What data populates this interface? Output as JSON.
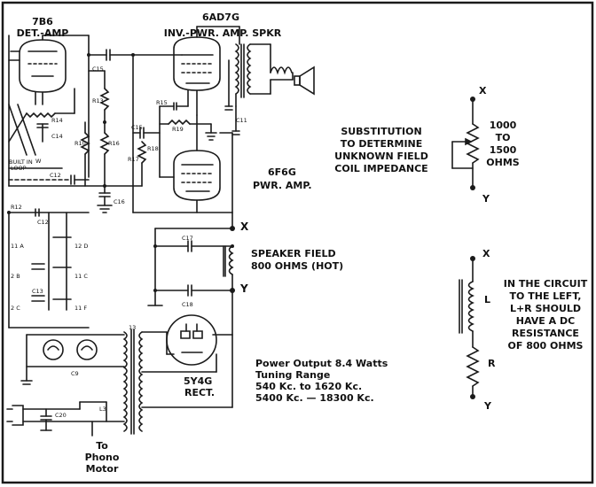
{
  "tubes": {
    "t7b6": {
      "type": "7B6",
      "role": "DET.-AMP"
    },
    "t6ad7g": {
      "type": "6AD7G",
      "role": "INV.-PWR. AMP. SPKR"
    },
    "t6f6g": {
      "type": "6F6G",
      "role": "PWR. AMP."
    },
    "t5y4g": {
      "type": "5Y4G",
      "role": "RECT."
    }
  },
  "components": {
    "c15": "C15",
    "c16": "C16",
    "c11": "C11",
    "c17": "C17",
    "c18": "C18",
    "c14": "C14",
    "c12": "C12",
    "c13": "C13",
    "c20": "C20",
    "c9": "C9",
    "r12": "R12",
    "r13": "R13",
    "r14": "R14",
    "r15": "R15",
    "r16": "R16",
    "r17": "R17",
    "r18": "R18",
    "r19": "R19",
    "r10": "R10",
    "t13": "13",
    "l3": "L3",
    "w": "W",
    "built_in": "BUILT IN",
    "loop": "LOOP"
  },
  "switch_labels": [
    "11 A",
    "12 D",
    "2 B",
    "11 C",
    "2 C",
    "11 F"
  ],
  "terminals": {
    "x": "X",
    "y": "Y"
  },
  "speaker_field": {
    "line1": "SPEAKER FIELD",
    "line2": "800 OHMS (HOT)"
  },
  "substitution": {
    "line1": "SUBSTITUTION",
    "line2": "TO DETERMINE",
    "line3": "UNKNOWN FIELD",
    "line4": "COIL IMPEDANCE"
  },
  "pot": {
    "line1": "1000",
    "line2": "TO",
    "line3": "1500",
    "line4": "OHMS",
    "x": "X",
    "y": "Y"
  },
  "coil_circuit": {
    "x": "X",
    "y": "Y",
    "l": "L",
    "r": "R"
  },
  "note": {
    "line1": "IN THE CIRCUIT",
    "line2": "TO THE LEFT,",
    "line3": "L+R SHOULD",
    "line4": "HAVE A DC",
    "line5": "RESISTANCE",
    "line6": "OF 800 OHMS"
  },
  "specs": {
    "line1": "Power Output 8.4 Watts",
    "line2": "Tuning Range",
    "line3": "540 Kc. to 1620 Kc.",
    "line4": "5400 Kc. — 18300 Kc."
  },
  "phono": {
    "line1": "To",
    "line2": "Phono",
    "line3": "Motor"
  }
}
